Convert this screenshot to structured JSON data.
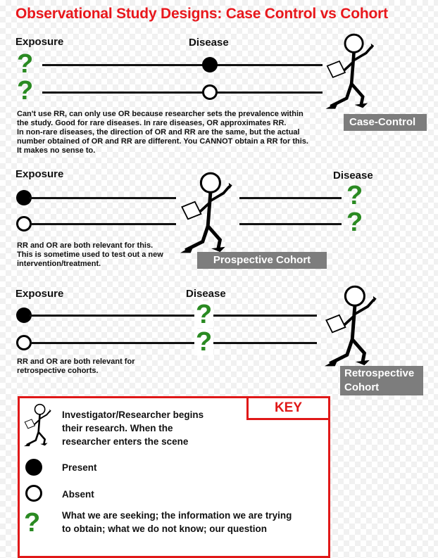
{
  "title": "Observational Study Designs: Case Control vs Cohort",
  "case_control": {
    "exposure_label": "Exposure",
    "disease_label": "Disease",
    "note": [
      "Can't use RR, can only use OR because researcher sets the prevalence within",
      "the study. Good for rare diseases. In rare diseases, OR approximates RR.",
      "In non-rare diseases, the direction of OR and RR are the same, but the actual",
      "number obtained of OR and RR are different. You CANNOT obtain a RR for this.",
      "It makes no sense to."
    ],
    "badge": "Case-Control"
  },
  "prospective": {
    "exposure_label": "Exposure",
    "disease_label": "Disease",
    "note": [
      "RR and OR are both relevant for this.",
      "This is sometime used to test out a new",
      "intervention/treatment."
    ],
    "badge": "Prospective Cohort"
  },
  "retrospective": {
    "exposure_label": "Exposure",
    "disease_label": "Disease",
    "note": [
      "RR and OR are both relevant for",
      "retrospective cohorts."
    ],
    "badge_line1": "Retrospective",
    "badge_line2": "Cohort"
  },
  "key": {
    "title": "KEY",
    "researcher_text": [
      "Investigator/Researcher begins",
      "their research. When the",
      "researcher enters the scene"
    ],
    "present": "Present",
    "absent": "Absent",
    "question_text": [
      "What we are seeking; the information we are trying",
      "to obtain; what we do not know; our question"
    ]
  },
  "question_mark": "?",
  "colors": {
    "title": "#e8171c",
    "question": "#2a8a22",
    "badge": "#7d7d7d",
    "key_border": "#e01818"
  },
  "icons": {
    "researcher": "stick-figure-researcher-icon",
    "present": "filled-circle-icon",
    "absent": "hollow-circle-icon",
    "unknown": "question-mark-icon"
  }
}
